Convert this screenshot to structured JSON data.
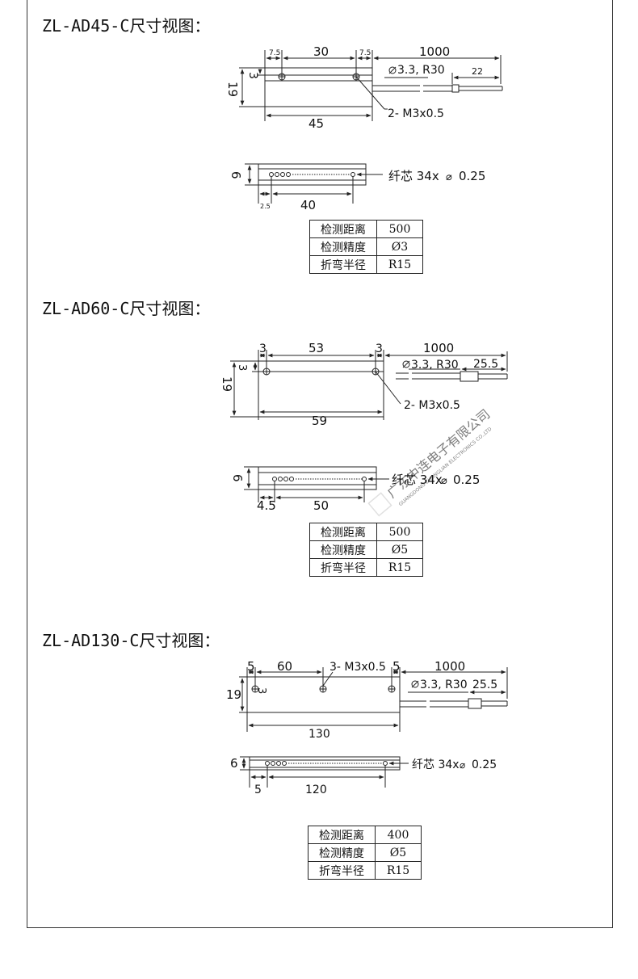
{
  "models": [
    {
      "title": "ZL-AD45-C尺寸视图：",
      "top": {
        "d1": "7.5",
        "d2": "30",
        "d3": "7.5",
        "d4": "1000",
        "h": "3",
        "H": "19",
        "cable": "3.3, R30",
        "tail": "22",
        "screw": "2- M3x0.5",
        "total": "45"
      },
      "side": {
        "h": "6",
        "fiber": "纤芯 34x",
        "fiber_dia": "0.25",
        "off": "2.5",
        "len": "40"
      },
      "specs": [
        {
          "label": "检测距离",
          "value": "500"
        },
        {
          "label": "检测精度",
          "value": "Ø3"
        },
        {
          "label": "折弯半径",
          "value": "R15"
        }
      ]
    },
    {
      "title": "ZL-AD60-C尺寸视图：",
      "top": {
        "d1": "3",
        "d2": "53",
        "d3": "3",
        "d4": "1000",
        "h": "3",
        "H": "19",
        "cable": "3.3, R30",
        "tail": "25.5",
        "screw": "2- M3x0.5",
        "total": "59"
      },
      "side": {
        "h": "6",
        "fiber": "纤芯 34x",
        "fiber_dia": "0.25",
        "off": "4.5",
        "len": "50"
      },
      "specs": [
        {
          "label": "检测距离",
          "value": "500"
        },
        {
          "label": "检测精度",
          "value": "Ø5"
        },
        {
          "label": "折弯半径",
          "value": "R15"
        }
      ]
    },
    {
      "title": "ZL-AD130-C尺寸视图：",
      "top": {
        "d1": "5",
        "d2": "60",
        "screw": "3- M3x0.5",
        "d3": "5",
        "d4": "1000",
        "h": "3",
        "H": "19",
        "cable": "3.3, R30",
        "tail": "25.5",
        "total": "130"
      },
      "side": {
        "h": "6",
        "fiber": "纤芯 34x",
        "fiber_dia": "0.25",
        "off": "5",
        "len": "120"
      },
      "specs": [
        {
          "label": "检测距离",
          "value": "400"
        },
        {
          "label": "检测精度",
          "value": "Ø5"
        },
        {
          "label": "折弯半径",
          "value": "R15"
        }
      ]
    }
  ],
  "watermark": {
    "cn": "广东中连电子有限公司",
    "en": "GUANGDONG ZHONGLIAN ELECTRONICS CO.,LTD"
  },
  "symbols": {
    "diameter": "⌀"
  },
  "colors": {
    "line": "#222222",
    "watermark": "#c8c8c8"
  }
}
